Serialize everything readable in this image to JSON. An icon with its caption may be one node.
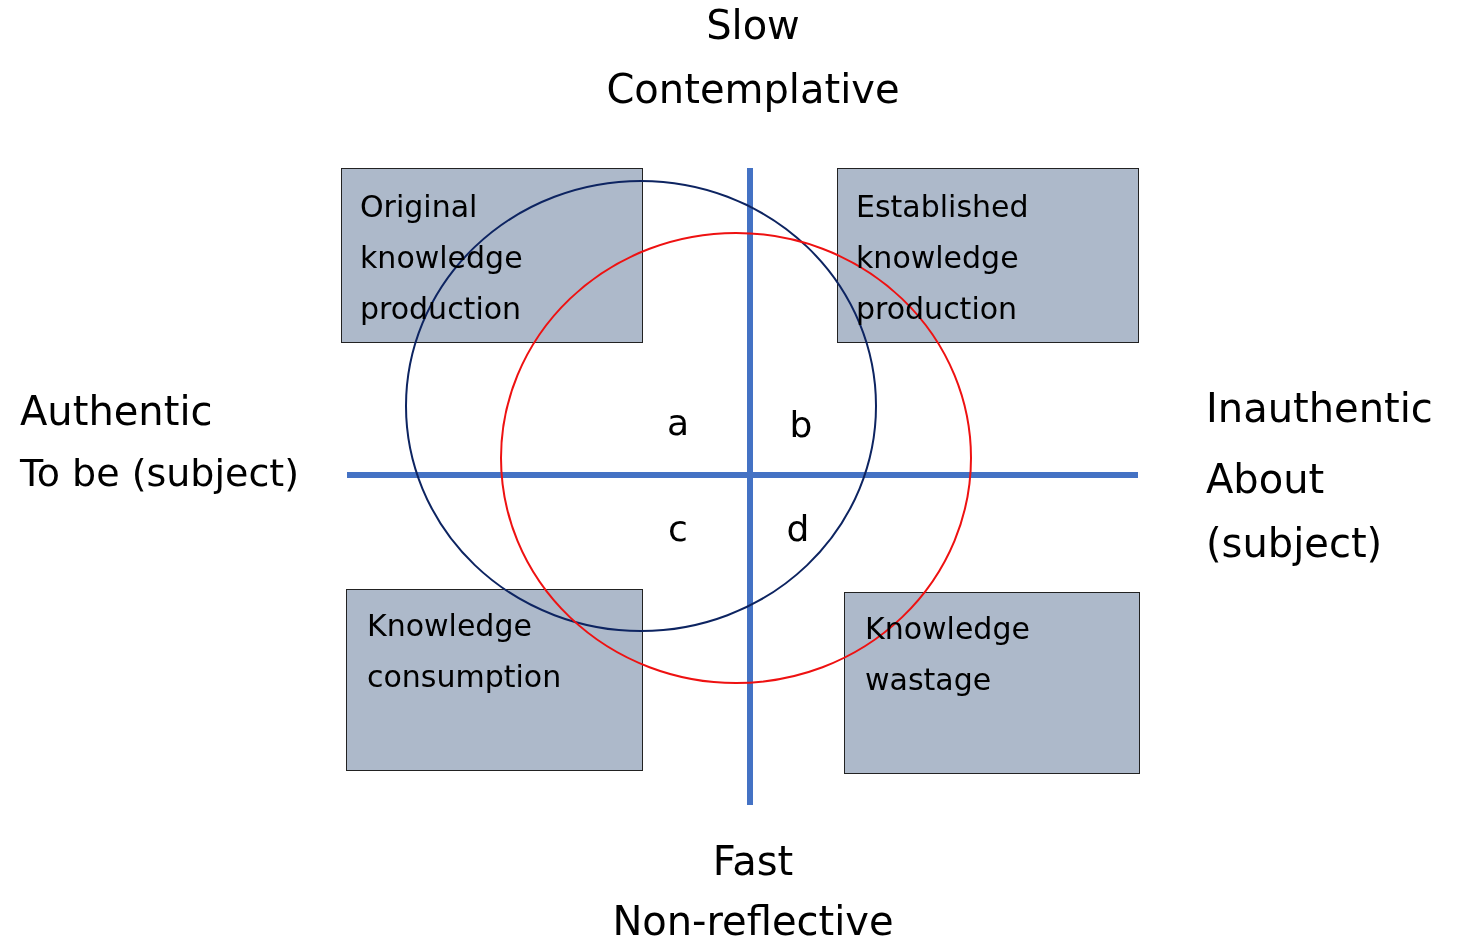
{
  "diagram": {
    "nodes": [
      {
        "text": [
          "Original knowledge production"
        ]
      },
      {
        "text": [
          "Established knowledge production"
        ]
      },
      {
        "text": [
          "Knowledge consumption"
        ]
      },
      {
        "text": [
          "Knowledge wastage"
        ]
      }
    ],
    "labels": [
      "Slow",
      "Contemplative",
      "Authentic",
      "To be (subject)",
      "a",
      "b",
      "Inauthentic",
      "About (subject)",
      "c",
      "d",
      "Fast",
      "Non-reflective"
    ]
  }
}
